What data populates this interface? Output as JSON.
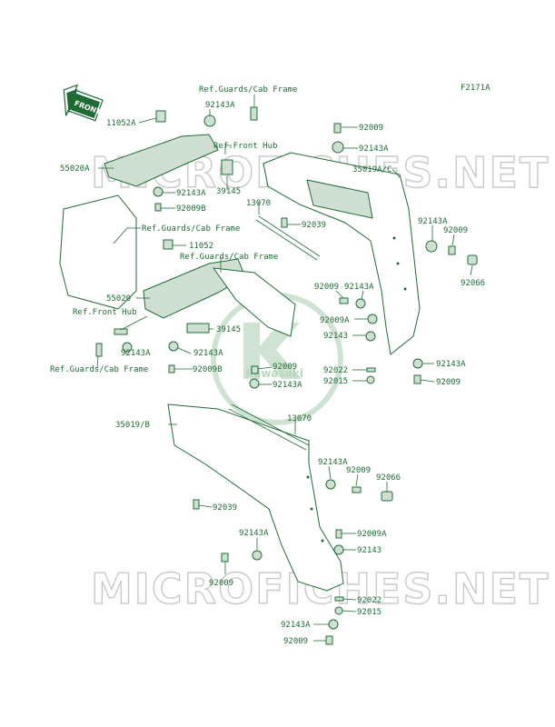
{
  "figure_id": "F2171A",
  "front_badge": "FRONT",
  "watermark": "MICROFICHES.NET",
  "logo_text": "Kawasaki",
  "colors": {
    "ink": "#1f6b34",
    "fill": "#cfe0d2",
    "watermark": "#c9c9c9"
  },
  "labels": {
    "ref_guards_top": "Ref.Guards/Cab Frame",
    "p92143A_top": "92143A",
    "p11052A": "11052A",
    "ref_front_hub_top": "Ref.Front Hub",
    "p92009_tr": "92009",
    "p92143A_tr": "92143A",
    "p55020A": "55020A",
    "p35019AC": "35019A/C",
    "p92143A_l1": "92143A",
    "p39145_top": "39145",
    "p92009B_top": "92009B",
    "p13070_top": "13070",
    "ref_guards_mid": "Ref.Guards/Cab Frame",
    "p92039_top": "92039",
    "p92143A_r": "92143A",
    "p92009_r": "92009",
    "p11052": "11052",
    "ref_guards_mid2": "Ref.Guards/Cab Frame",
    "p92066_r": "92066",
    "p92009_c": "92009",
    "p92143A_c": "92143A",
    "p55020": "55020",
    "p92009A_c": "92009A",
    "ref_front_hub_l": "Ref.Front Hub",
    "p39145_mid": "39145",
    "p92143_c": "92143",
    "p92143A_l2": "92143A",
    "p92143A_l3": "92143A",
    "ref_guards_l": "Ref.Guards/Cab Frame",
    "p92009B_mid": "92009B",
    "p92009_mid": "92009",
    "p92022_r": "92022",
    "p92143A_rr": "92143A",
    "p92143A_mid": "92143A",
    "p92015_r": "92015",
    "p92009_rr": "92009",
    "p35019B": "35019/B",
    "p13070_mid": "13070",
    "p92143A_b1": "92143A",
    "p92009_b1": "92009",
    "p92066_b": "92066",
    "p92039_b": "92039",
    "p92009A_b": "92009A",
    "p92143A_b2": "92143A",
    "p92143_b": "92143",
    "p92009_b2": "92009",
    "p92022_b": "92022",
    "p92015_b": "92015",
    "p92143A_b3": "92143A",
    "p92009_b3": "92009"
  }
}
